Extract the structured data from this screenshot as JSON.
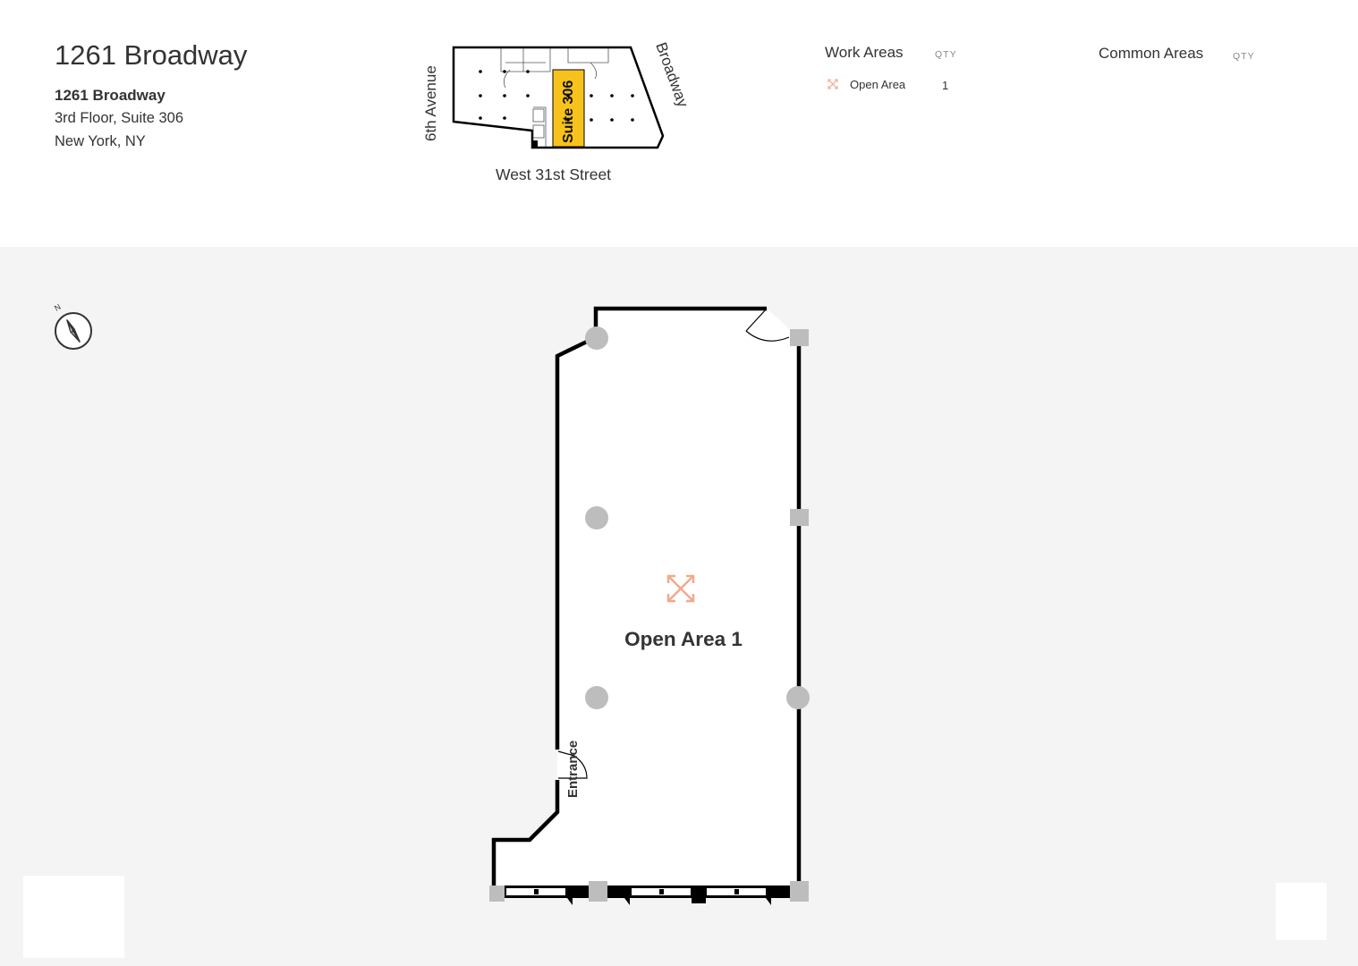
{
  "header": {
    "title": "1261 Broadway",
    "address_name": "1261 Broadway",
    "address_line1": "3rd Floor, Suite 306",
    "address_line2": "New York, NY"
  },
  "keymap": {
    "street_left": "6th Avenue",
    "street_right": "Broadway",
    "street_bottom": "West 31st Street",
    "suite_label": "Suite 306",
    "highlight_color": "#f7c21b"
  },
  "legend": {
    "work_areas_title": "Work Areas",
    "work_qty_header": "QTY",
    "common_areas_title": "Common Areas",
    "common_qty_header": "QTY",
    "work_items": [
      {
        "label": "Open Area",
        "qty": "1",
        "icon": "open-area-icon",
        "color": "#f2b49b"
      }
    ]
  },
  "compass": {
    "north_label": "N",
    "accent": "#f7c21b"
  },
  "floorplan": {
    "room_label": "Open Area 1",
    "entrance_label": "Entrance",
    "room_icon": "open-area-icon",
    "room_icon_color": "#f2a98d",
    "column_color": "#bdbdbd",
    "wall_color": "#000000"
  }
}
